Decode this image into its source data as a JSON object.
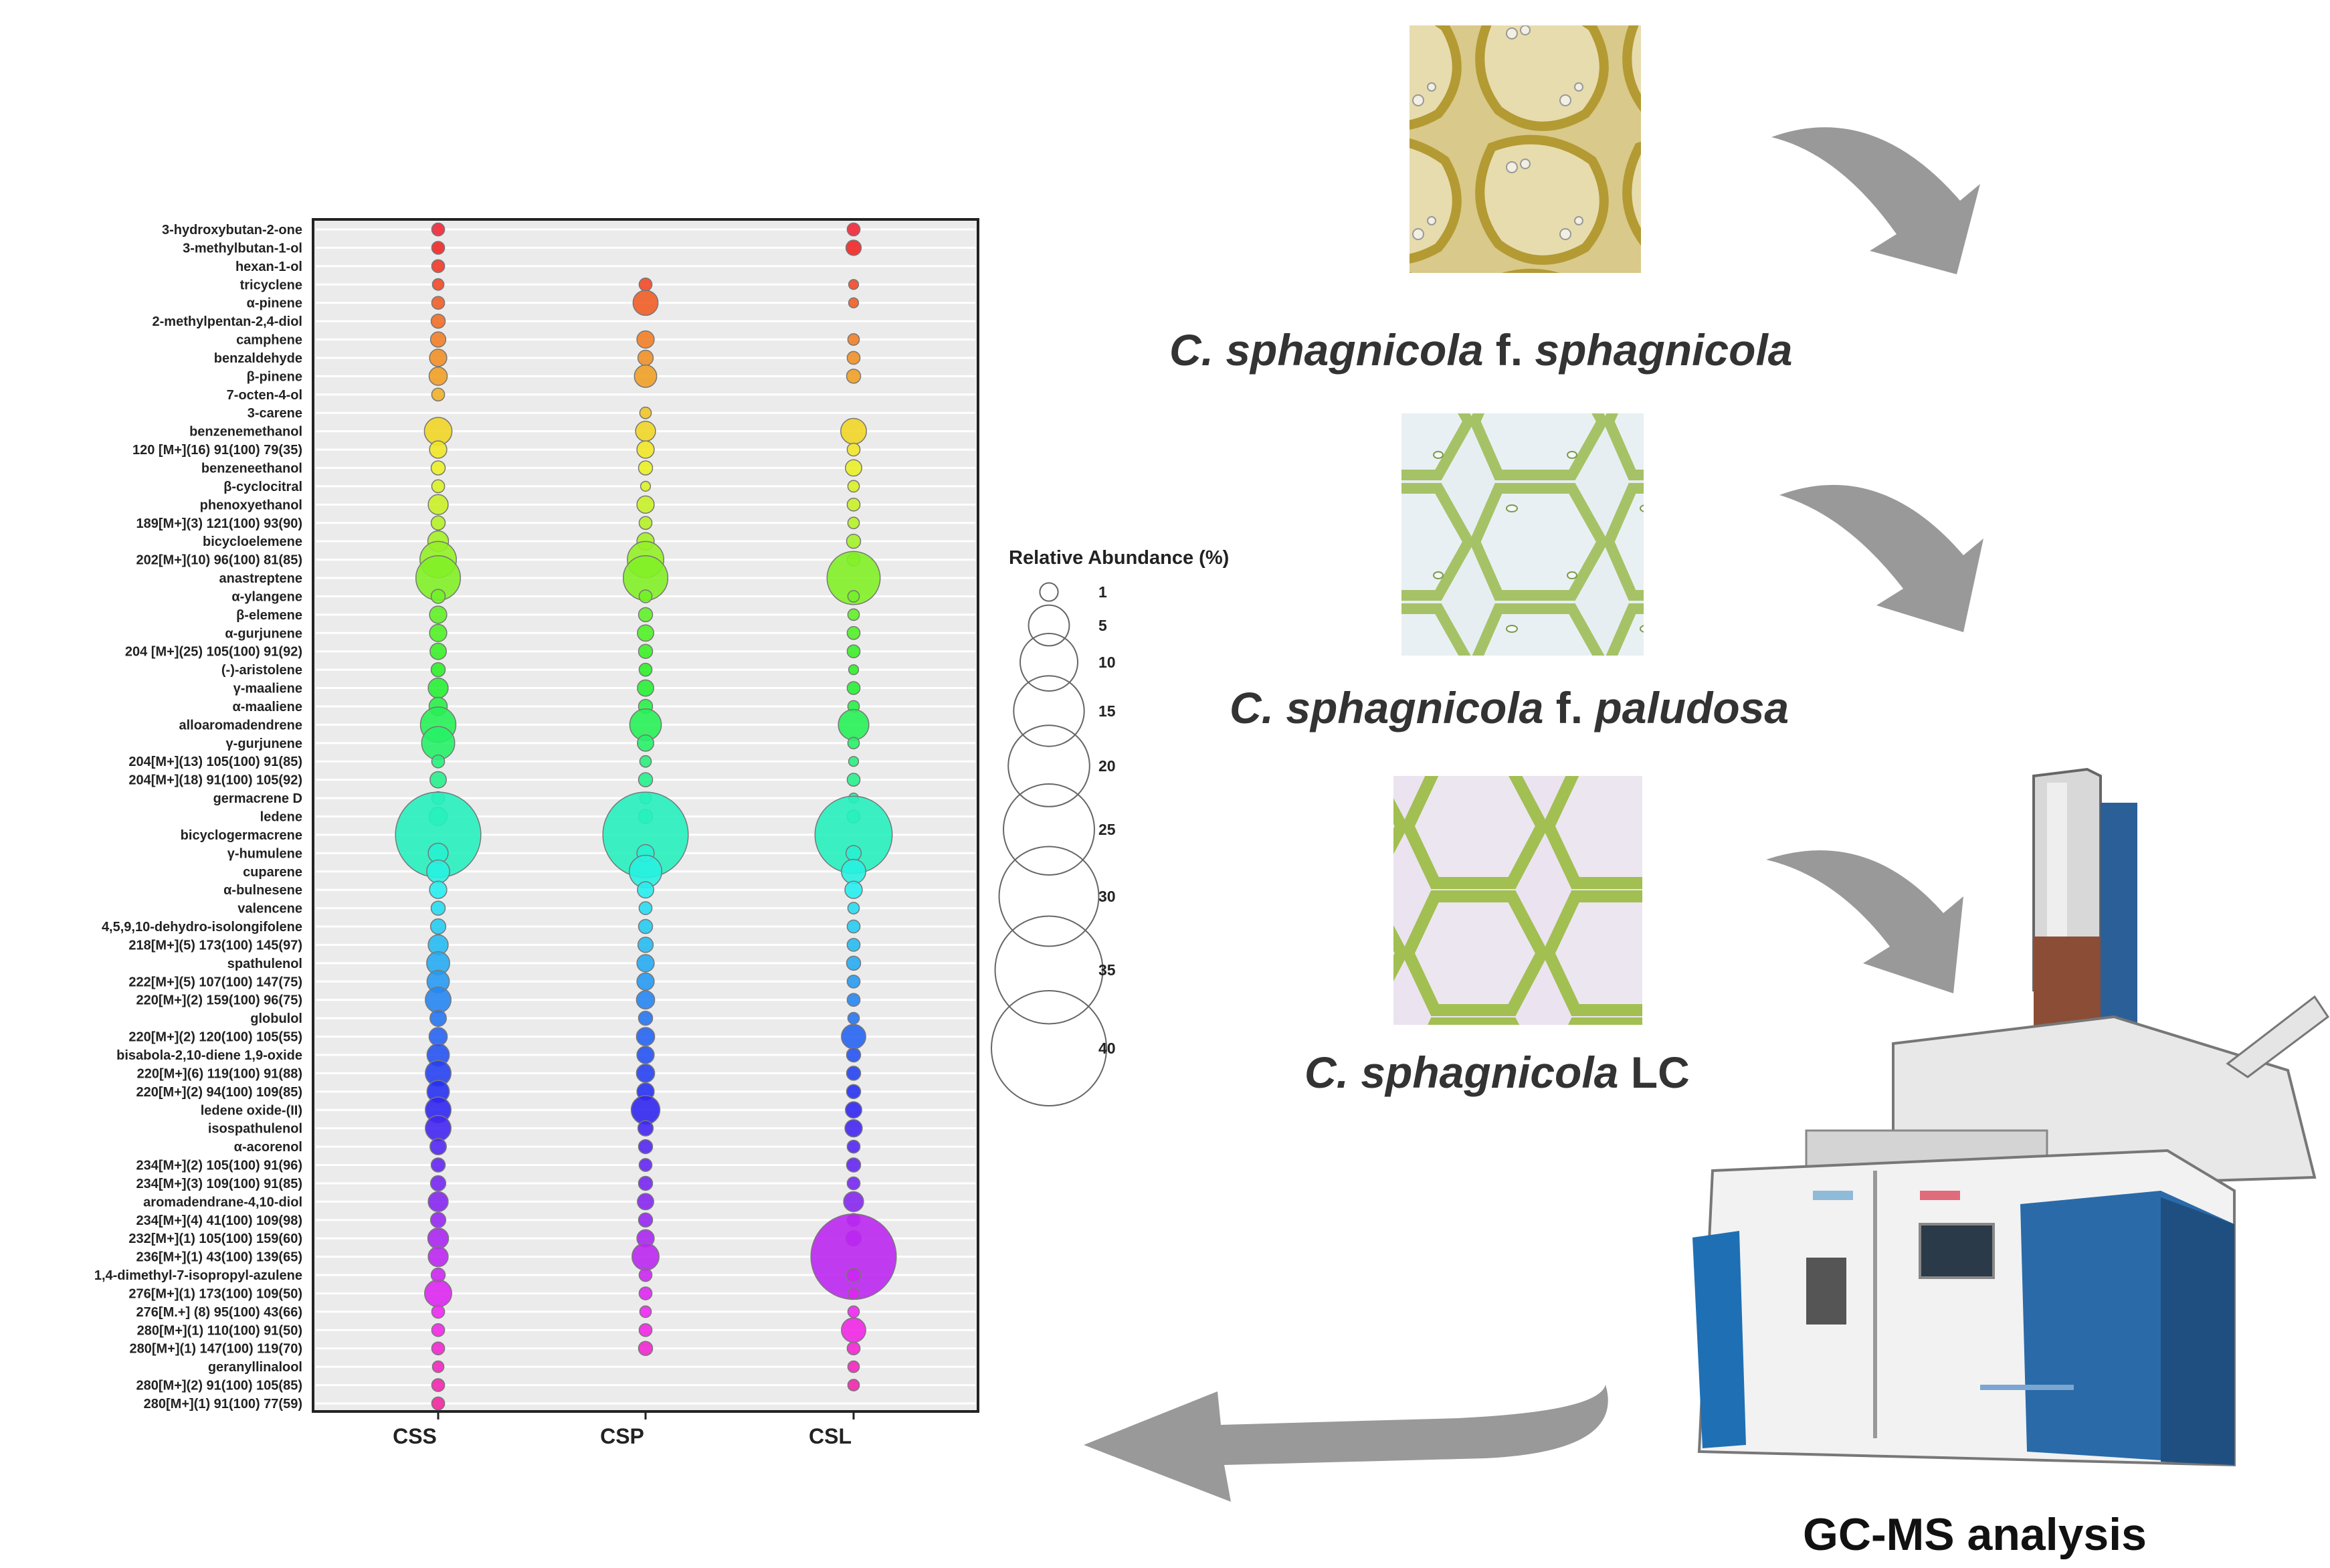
{
  "samples": [
    {
      "parts": [
        {
          "text": "C. sphagnicola",
          "italic": true
        },
        {
          "text": " f. ",
          "italic": false
        },
        {
          "text": "sphagnicola",
          "italic": true
        }
      ]
    },
    {
      "parts": [
        {
          "text": "C. sphagnicola",
          "italic": true
        },
        {
          "text": " f. ",
          "italic": false
        },
        {
          "text": "paludosa",
          "italic": true
        }
      ]
    },
    {
      "parts": [
        {
          "text": "C. sphagnicola",
          "italic": true
        },
        {
          "text": " LC",
          "italic": false
        }
      ]
    }
  ],
  "analysis_label": "GC-MS analysis",
  "chart_data": {
    "type": "bubble",
    "columns": [
      "CSS",
      "CSP",
      "CSL"
    ],
    "legend_title": "Relative Abundance (%)",
    "legend_values": [
      1,
      5,
      10,
      15,
      20,
      25,
      30,
      35,
      40
    ],
    "legend_placement": "right",
    "colors": {
      "start": "#e0233a",
      "end": "#e01a8a",
      "hue_sweep": "red-orange-yellow-green-cyan-blue-violet-magenta"
    },
    "compounds": [
      {
        "name": "3-hydroxybutan-2-one",
        "values": [
          0.5,
          null,
          0.5
        ]
      },
      {
        "name": "3-methylbutan-1-ol",
        "values": [
          0.5,
          null,
          0.7
        ]
      },
      {
        "name": "hexan-1-ol",
        "values": [
          0.5,
          null,
          null
        ]
      },
      {
        "name": "tricyclene",
        "values": [
          0.4,
          0.5,
          0.3
        ]
      },
      {
        "name": "α-pinene",
        "values": [
          0.5,
          1.9,
          0.3
        ]
      },
      {
        "name": "2-methylpentan-2,4-diol",
        "values": [
          0.6,
          null,
          null
        ]
      },
      {
        "name": "camphene",
        "values": [
          0.7,
          0.9,
          0.4
        ]
      },
      {
        "name": "benzaldehyde",
        "values": [
          0.9,
          0.7,
          0.5
        ]
      },
      {
        "name": "β-pinene",
        "values": [
          1.0,
          1.5,
          0.6
        ]
      },
      {
        "name": "7-octen-4-ol",
        "values": [
          0.5,
          null,
          null
        ]
      },
      {
        "name": "3-carene",
        "values": [
          null,
          0.4,
          null
        ]
      },
      {
        "name": "benzenemethanol",
        "values": [
          2.3,
          1.2,
          2.0
        ]
      },
      {
        "name": "120 [M+](16) 91(100) 79(35)",
        "values": [
          0.9,
          0.9,
          0.5
        ]
      },
      {
        "name": "benzeneethanol",
        "values": [
          0.6,
          0.6,
          0.8
        ]
      },
      {
        "name": "β-cyclocitral",
        "values": [
          0.5,
          0.3,
          0.4
        ]
      },
      {
        "name": "phenoxyethanol",
        "values": [
          1.2,
          0.9,
          0.5
        ]
      },
      {
        "name": "189[M+](3) 121(100) 93(90)",
        "values": [
          0.6,
          0.5,
          0.4
        ]
      },
      {
        "name": "bicycloelemene",
        "values": [
          1.3,
          0.9,
          0.6
        ]
      },
      {
        "name": "202[M+](10) 96(100) 81(85)",
        "values": [
          4.0,
          4.0,
          0.5
        ]
      },
      {
        "name": "anastreptene",
        "values": [
          6.0,
          6.0,
          8.5
        ]
      },
      {
        "name": "α-ylangene",
        "values": [
          0.6,
          0.5,
          0.4
        ]
      },
      {
        "name": "β-elemene",
        "values": [
          0.9,
          0.6,
          0.4
        ]
      },
      {
        "name": "α-gurjunene",
        "values": [
          0.9,
          0.8,
          0.5
        ]
      },
      {
        "name": "204 [M+](25) 105(100) 91(92)",
        "values": [
          0.8,
          0.6,
          0.5
        ]
      },
      {
        "name": "(-)-aristolene",
        "values": [
          0.6,
          0.5,
          0.3
        ]
      },
      {
        "name": "γ-maaliene",
        "values": [
          1.2,
          0.8,
          0.5
        ]
      },
      {
        "name": "α-maaliene",
        "values": [
          1.0,
          0.6,
          0.4
        ]
      },
      {
        "name": "alloaromadendrene",
        "values": [
          3.8,
          3.0,
          2.8
        ]
      },
      {
        "name": "γ-gurjunene",
        "values": [
          3.3,
          0.8,
          0.4
        ]
      },
      {
        "name": "204[M+](13) 105(100) 91(85)",
        "values": [
          0.5,
          0.4,
          0.3
        ]
      },
      {
        "name": "204[M+](18) 91(100) 105(92)",
        "values": [
          0.8,
          0.6,
          0.5
        ]
      },
      {
        "name": "germacrene D",
        "values": [
          0.5,
          0.4,
          0.3
        ]
      },
      {
        "name": "ledene",
        "values": [
          1.0,
          0.6,
          0.5
        ]
      },
      {
        "name": "bicyclogermacrene",
        "values": [
          22.0,
          22.0,
          18.0
        ]
      },
      {
        "name": "γ-humulene",
        "values": [
          1.2,
          0.9,
          0.7
        ]
      },
      {
        "name": "cuparene",
        "values": [
          1.6,
          3.2,
          1.8
        ]
      },
      {
        "name": "α-bulnesene",
        "values": [
          0.9,
          0.8,
          0.9
        ]
      },
      {
        "name": "valencene",
        "values": [
          0.6,
          0.5,
          0.4
        ]
      },
      {
        "name": "4,5,9,10-dehydro-isolongifolene",
        "values": [
          0.7,
          0.6,
          0.5
        ]
      },
      {
        "name": "218[M+](5) 173(100) 145(97)",
        "values": [
          1.2,
          0.7,
          0.5
        ]
      },
      {
        "name": "spathulenol",
        "values": [
          1.6,
          0.9,
          0.6
        ]
      },
      {
        "name": "222[M+](5) 107(100) 147(75)",
        "values": [
          1.5,
          0.9,
          0.5
        ]
      },
      {
        "name": "220[M+](2) 159(100) 96(75)",
        "values": [
          2.0,
          1.0,
          0.5
        ]
      },
      {
        "name": "globulol",
        "values": [
          0.8,
          0.6,
          0.4
        ]
      },
      {
        "name": "220[M+](2) 120(100) 105(55)",
        "values": [
          1.0,
          1.0,
          1.8
        ]
      },
      {
        "name": "bisabola-2,10-diene 1,9-oxide",
        "values": [
          1.5,
          0.9,
          0.6
        ]
      },
      {
        "name": "220[M+](6) 119(100) 91(88)",
        "values": [
          2.0,
          1.0,
          0.6
        ]
      },
      {
        "name": "220[M+](2) 94(100) 109(85)",
        "values": [
          1.5,
          0.9,
          0.6
        ]
      },
      {
        "name": "ledene oxide-(II)",
        "values": [
          2.0,
          2.5,
          0.8
        ]
      },
      {
        "name": "isospathulenol",
        "values": [
          2.0,
          0.7,
          0.9
        ]
      },
      {
        "name": "α-acorenol",
        "values": [
          0.8,
          0.6,
          0.5
        ]
      },
      {
        "name": "234[M+](2) 105(100) 91(96)",
        "values": [
          0.6,
          0.5,
          0.6
        ]
      },
      {
        "name": "234[M+](3) 109(100) 91(85)",
        "values": [
          0.7,
          0.6,
          0.5
        ]
      },
      {
        "name": "aromadendrane-4,10-diol",
        "values": [
          1.2,
          0.8,
          1.2
        ]
      },
      {
        "name": "234[M+](4) 41(100) 109(98)",
        "values": [
          0.7,
          0.6,
          0.5
        ]
      },
      {
        "name": "232[M+](1) 105(100) 159(60)",
        "values": [
          1.3,
          0.9,
          0.7
        ]
      },
      {
        "name": "236[M+](1) 43(100) 139(65)",
        "values": [
          1.2,
          2.2,
          22.0
        ]
      },
      {
        "name": "1,4-dimethyl-7-isopropyl-azulene",
        "values": [
          0.6,
          0.5,
          0.6
        ]
      },
      {
        "name": "276[M+](1) 173(100) 109(50)",
        "values": [
          2.2,
          0.5,
          0.4
        ]
      },
      {
        "name": "276[M.+] (8) 95(100) 43(66)",
        "values": [
          0.5,
          0.4,
          0.4
        ]
      },
      {
        "name": "280[M+](1) 110(100) 91(50)",
        "values": [
          0.5,
          0.5,
          1.8
        ]
      },
      {
        "name": "280[M+](1) 147(100) 119(70)",
        "values": [
          0.5,
          0.6,
          0.5
        ]
      },
      {
        "name": "geranyllinalool",
        "values": [
          0.4,
          null,
          0.4
        ]
      },
      {
        "name": "280[M+](2) 91(100) 105(85)",
        "values": [
          0.5,
          null,
          0.4
        ]
      },
      {
        "name": "280[M+](1) 91(100) 77(59)",
        "values": [
          0.5,
          null,
          null
        ]
      }
    ]
  }
}
